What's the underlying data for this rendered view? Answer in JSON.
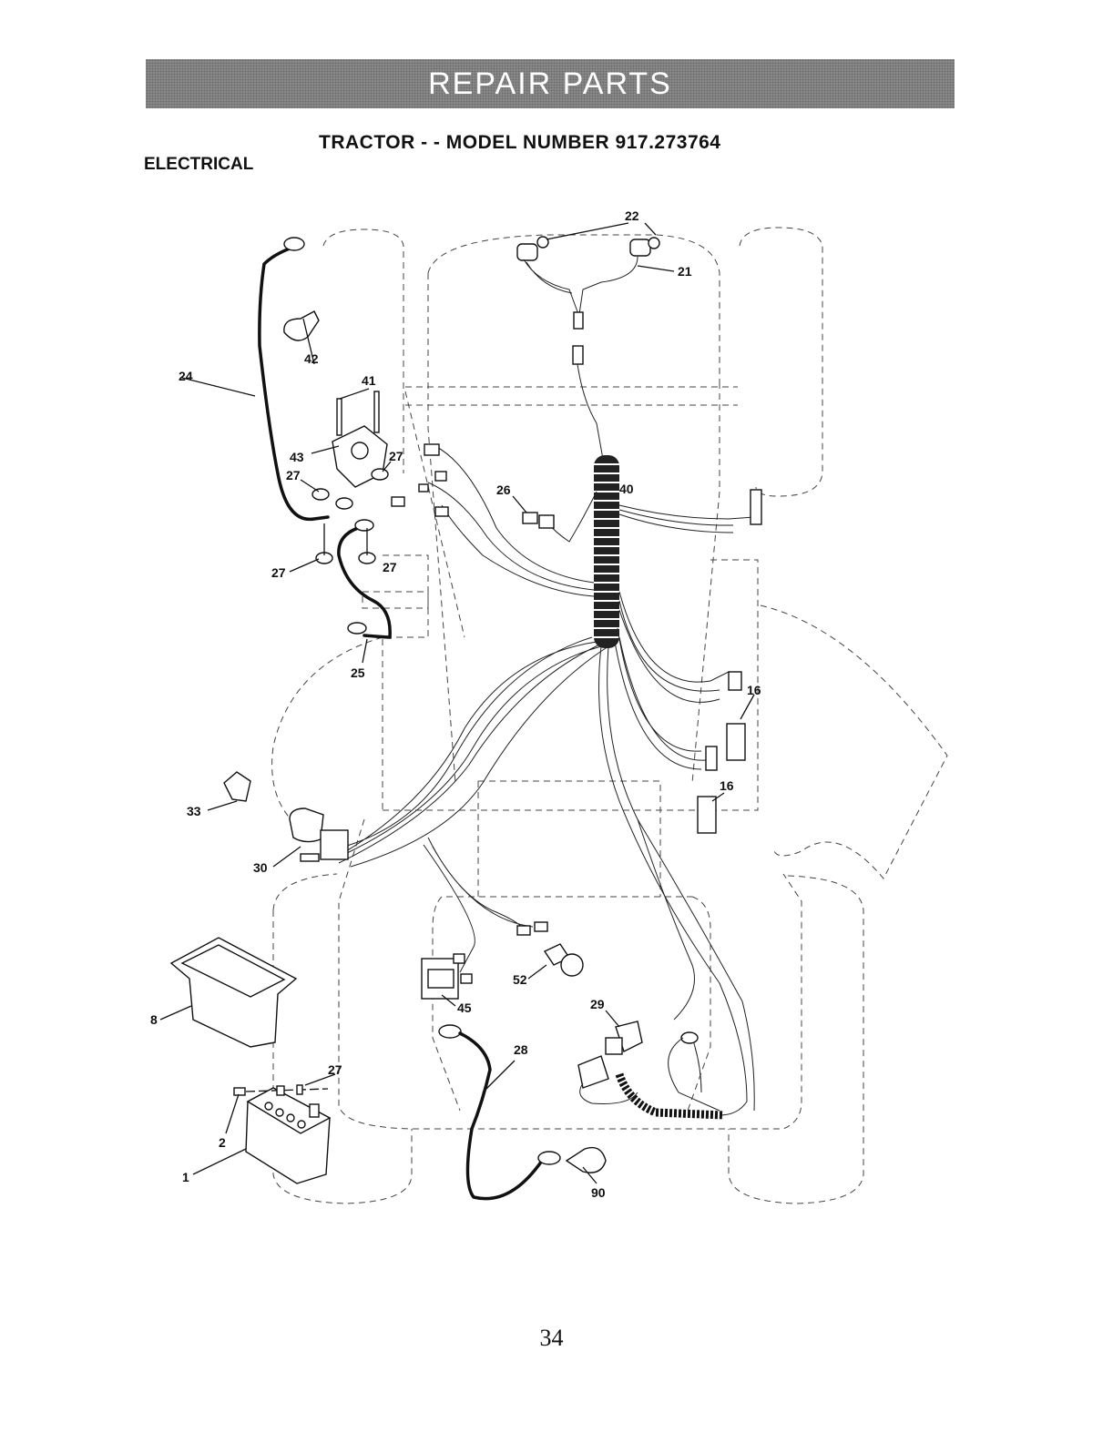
{
  "header": {
    "banner": "REPAIR PARTS"
  },
  "title": "TRACTOR - - MODEL NUMBER 917.273764",
  "section": "ELECTRICAL",
  "page_number": "34",
  "callouts": {
    "c22": "22",
    "c21": "21",
    "c24": "24",
    "c42": "42",
    "c41": "41",
    "c43": "43",
    "c27a": "27",
    "c27b": "27",
    "c27c": "27",
    "c27d": "27",
    "c27e": "27",
    "c26": "26",
    "c40": "40",
    "c25": "25",
    "c16a": "16",
    "c16b": "16",
    "c33": "33",
    "c30": "30",
    "c8": "8",
    "c2": "2",
    "c1": "1",
    "c45": "45",
    "c52": "52",
    "c29": "29",
    "c28": "28",
    "c90": "90"
  }
}
